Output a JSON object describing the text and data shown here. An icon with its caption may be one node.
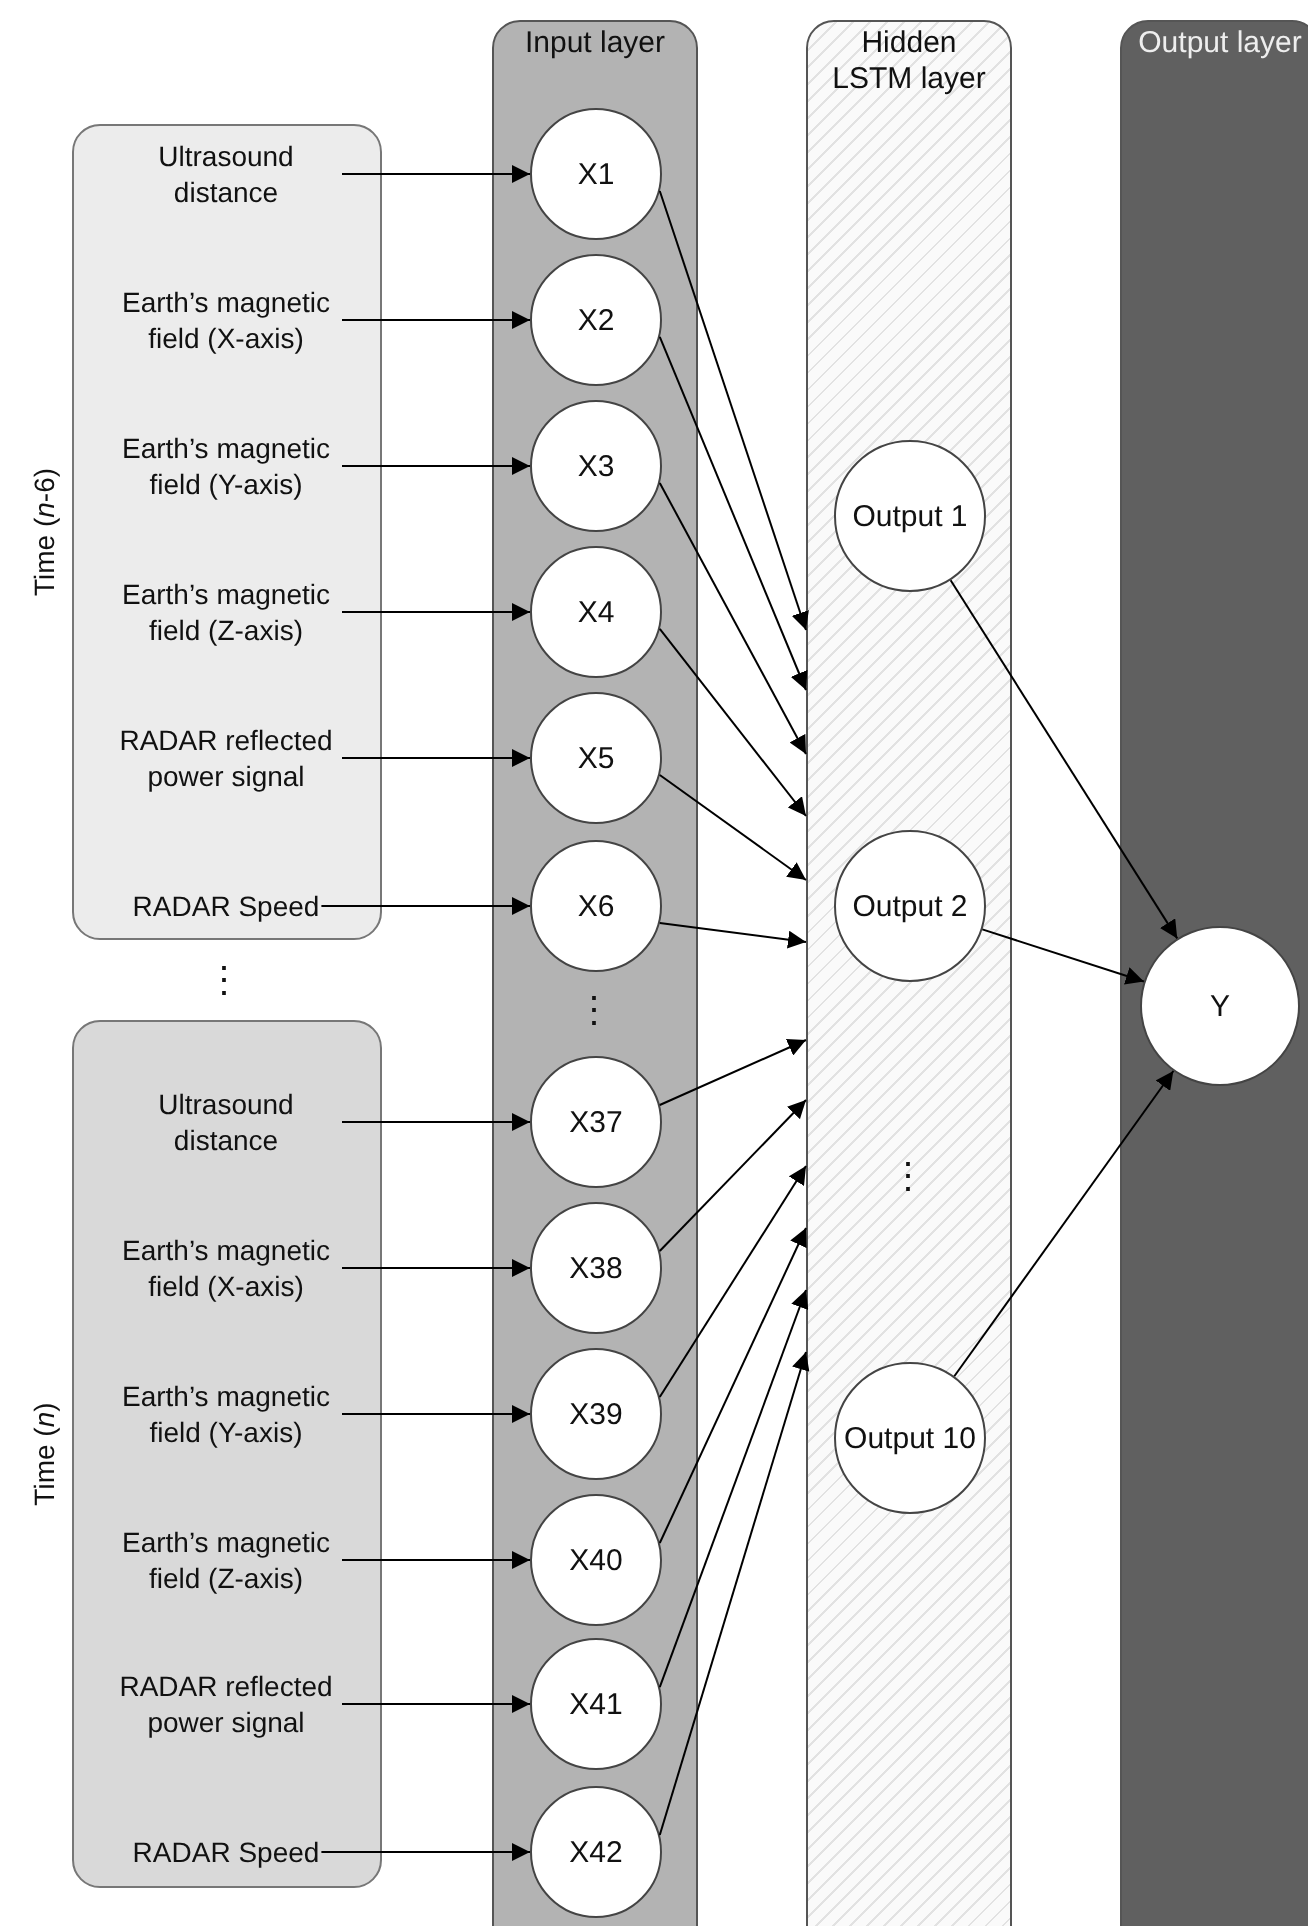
{
  "diagram": {
    "nodes": [
      {
        "text": [],
        "shape": "box",
        "beside": [
          "Time (*n*-6)"
        ]
      },
      {
        "text": [
          "Ultrasound distance"
        ],
        "in": 0
      },
      {
        "text": [
          "Earth’s magnetic field (X-axis)"
        ],
        "in": 0
      },
      {
        "text": [
          "Earth’s magnetic field (Y-axis)"
        ],
        "in": 0
      },
      {
        "text": [
          "Earth’s magnetic field (Z-axis)"
        ],
        "in": 0
      },
      {
        "text": [
          "RADAR reflected power signal"
        ],
        "in": 0
      },
      {
        "text": [
          "RADAR Speed"
        ],
        "in": 0
      },
      {
        "text": [],
        "shape": "box",
        "beside": [
          "Time (*n*)"
        ]
      },
      {
        "text": [
          "Ultrasound distance"
        ],
        "in": 7
      },
      {
        "text": [
          "Earth’s magnetic field (X-axis)"
        ],
        "in": 7
      },
      {
        "text": [
          "Earth’s magnetic field (Y-axis)"
        ],
        "in": 7
      },
      {
        "text": [
          "Earth’s magnetic field (Z-axis)"
        ],
        "in": 7
      },
      {
        "text": [
          "RADAR reflected power signal"
        ],
        "in": 7
      },
      {
        "text": [
          "RADAR Speed"
        ],
        "in": 7
      },
      {
        "text": [
          "Input layer"
        ]
      },
      {
        "text": [
          "X1"
        ],
        "in": 14
      },
      {
        "text": [
          "X2"
        ],
        "in": 14
      },
      {
        "text": [
          "X3"
        ],
        "in": 14
      },
      {
        "text": [
          "X4"
        ],
        "in": 14
      },
      {
        "text": [
          "X5"
        ],
        "in": 14
      },
      {
        "text": [
          "X6"
        ],
        "in": 14
      },
      {
        "text": [
          "X37"
        ],
        "in": 14
      },
      {
        "text": [
          "X38"
        ],
        "in": 14
      },
      {
        "text": [
          "X39"
        ],
        "in": 14
      },
      {
        "text": [
          "X40"
        ],
        "in": 14
      },
      {
        "text": [
          "X41"
        ],
        "in": 14
      },
      {
        "text": [
          "X42"
        ],
        "in": 14
      },
      {
        "text": [
          "Hidden LSTM layer"
        ]
      },
      {
        "text": [
          "Output 1"
        ],
        "in": 27
      },
      {
        "text": [
          "Output 2"
        ],
        "in": 27
      },
      {
        "text": [
          "Output 10"
        ],
        "in": 27
      },
      {
        "text": [
          "Output layer"
        ]
      },
      {
        "text": [
          "Y"
        ],
        "in": 31
      }
    ],
    "edges": [
      {
        "from": 1,
        "to": 15,
        "arrow": "to"
      },
      {
        "from": 2,
        "to": 16,
        "arrow": "to"
      },
      {
        "from": 3,
        "to": 17,
        "arrow": "to"
      },
      {
        "from": 4,
        "to": 18,
        "arrow": "to"
      },
      {
        "from": 5,
        "to": 19,
        "arrow": "to"
      },
      {
        "from": 6,
        "to": 20,
        "arrow": "to"
      },
      {
        "from": 8,
        "to": 21,
        "arrow": "to"
      },
      {
        "from": 9,
        "to": 22,
        "arrow": "to"
      },
      {
        "from": 10,
        "to": 23,
        "arrow": "to"
      },
      {
        "from": 11,
        "to": 24,
        "arrow": "to"
      },
      {
        "from": 12,
        "to": 25,
        "arrow": "to"
      },
      {
        "from": 13,
        "to": 26,
        "arrow": "to"
      },
      {
        "from": 15,
        "to": 27,
        "arrow": "to"
      },
      {
        "from": 16,
        "to": 27,
        "arrow": "to"
      },
      {
        "from": 17,
        "to": 27,
        "arrow": "to"
      },
      {
        "from": 18,
        "to": 27,
        "arrow": "to"
      },
      {
        "from": 19,
        "to": 27,
        "arrow": "to"
      },
      {
        "from": 20,
        "to": 27,
        "arrow": "to"
      },
      {
        "from": 21,
        "to": 27,
        "arrow": "to"
      },
      {
        "from": 22,
        "to": 27,
        "arrow": "to"
      },
      {
        "from": 23,
        "to": 27,
        "arrow": "to"
      },
      {
        "from": 24,
        "to": 27,
        "arrow": "to"
      },
      {
        "from": 25,
        "to": 27,
        "arrow": "to"
      },
      {
        "from": 26,
        "to": 27,
        "arrow": "to"
      },
      {
        "from": 28,
        "to": 32,
        "arrow": "to"
      },
      {
        "from": 29,
        "to": 32,
        "arrow": "to"
      },
      {
        "from": 30,
        "to": 32,
        "arrow": "to"
      }
    ],
    "labels": [
      "⋮",
      "⋮",
      "⋮"
    ]
  }
}
